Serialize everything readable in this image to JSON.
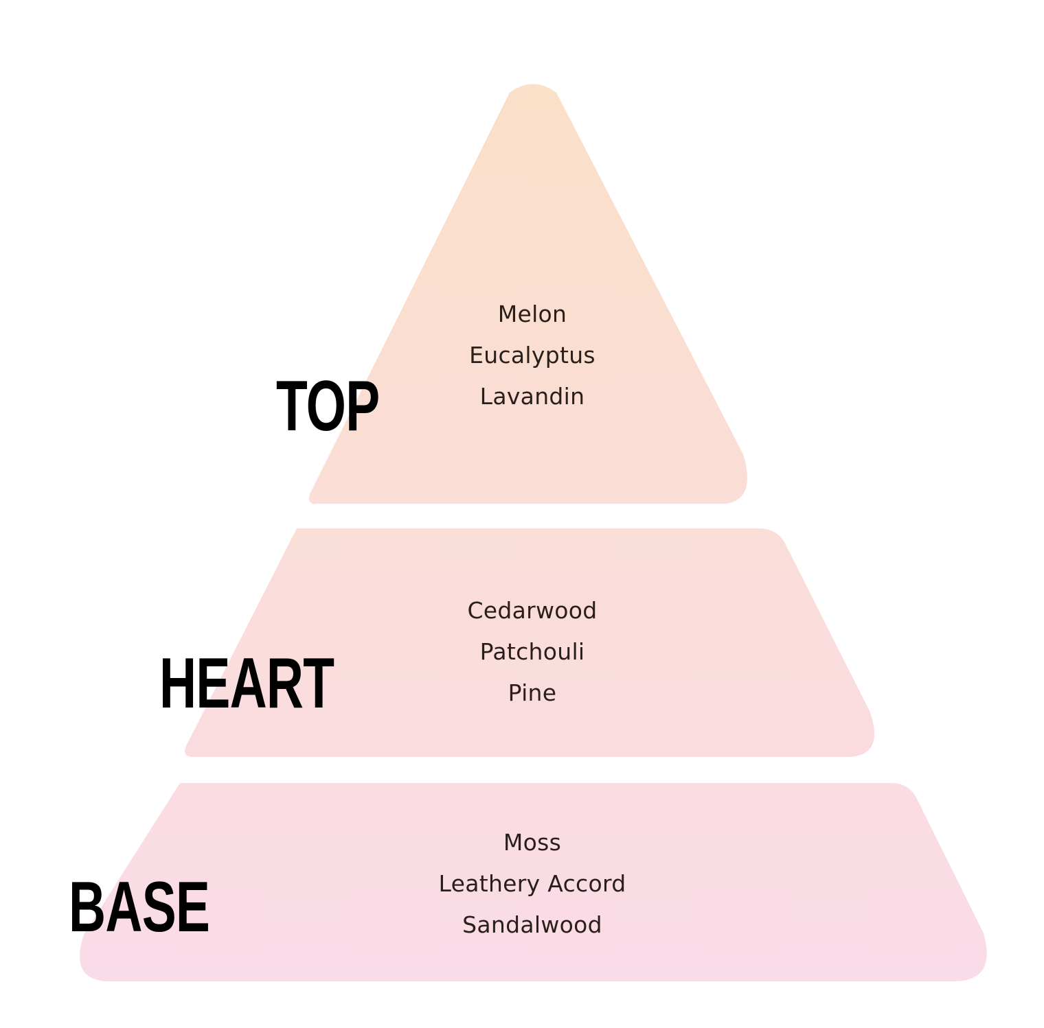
{
  "pyramid": {
    "tiers": [
      {
        "id": "top",
        "label": "TOP",
        "notes": [
          "Melon",
          "Eucalyptus",
          "Lavandin"
        ]
      },
      {
        "id": "heart",
        "label": "HEART",
        "notes": [
          "Cedarwood",
          "Patchouli",
          "Pine"
        ]
      },
      {
        "id": "base",
        "label": "BASE",
        "notes": [
          "Moss",
          "Leathery Accord",
          "Sandalwood"
        ]
      }
    ],
    "colors": {
      "gradient_top": "#fae0c8",
      "gradient_bottom": "#fadbe8",
      "label_text": "#000000",
      "note_text": "#2a1e1b"
    }
  }
}
